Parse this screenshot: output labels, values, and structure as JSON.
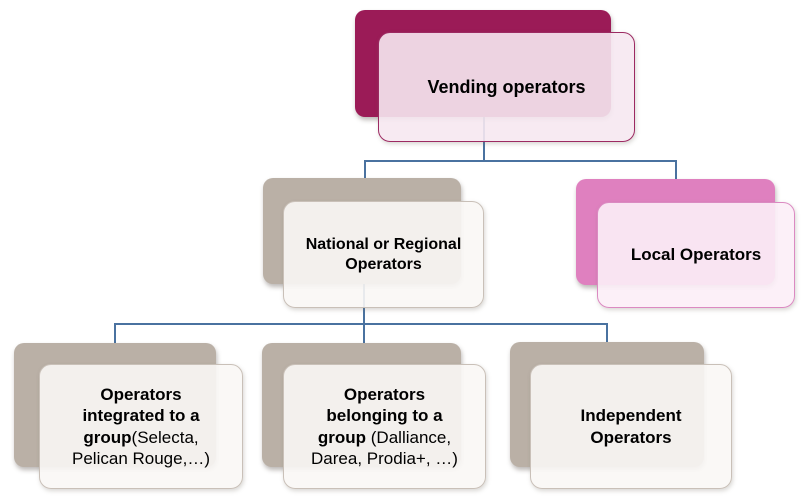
{
  "diagram": {
    "type": "org-chart",
    "root_id": "vending",
    "hierarchy": {
      "vending": [
        "national",
        "local"
      ],
      "national": [
        "integrated",
        "belonging",
        "independent"
      ],
      "local": [],
      "integrated": [],
      "belonging": [],
      "independent": []
    }
  },
  "nodes": {
    "vending": {
      "title": "Vending operators",
      "detail": ""
    },
    "national": {
      "title": "National or Regional Operators",
      "detail": ""
    },
    "local": {
      "title": "Local Operators",
      "detail": ""
    },
    "integrated": {
      "title": "Operators integrated to a group",
      "detail": "(Selecta, Pelican Rouge,…)"
    },
    "belonging": {
      "title": "Operators belonging to a group",
      "detail": " (Dalliance, Darea, Prodia+, …)"
    },
    "independent": {
      "title": "Independent Operators",
      "detail": ""
    }
  },
  "colors": {
    "root_accent": "#9b1b57",
    "root_fill": "#f6e8f1",
    "neutral_accent": "#bab0a6",
    "neutral_fill": "#f9f7f5",
    "local_accent": "#df80bf",
    "local_fill": "#fceef7",
    "connector": "#4a72a0",
    "text": "#000000",
    "background": "#ffffff"
  }
}
